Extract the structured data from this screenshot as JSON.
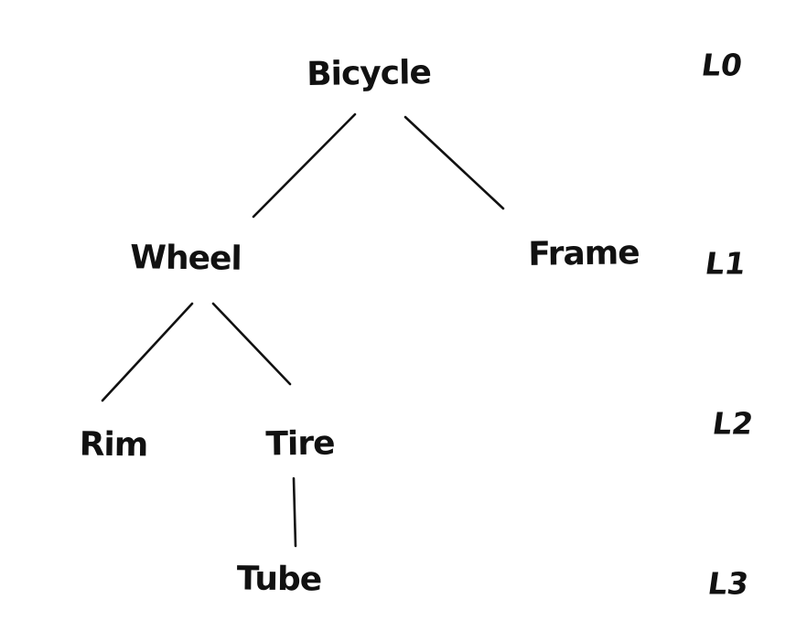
{
  "diagram": {
    "type": "tree",
    "background_color": "#ffffff",
    "stroke_color": "#111111",
    "nodes": [
      {
        "id": "bicycle",
        "label": "Bicycle",
        "level": 0,
        "parent": null
      },
      {
        "id": "wheel",
        "label": "Wheel",
        "level": 1,
        "parent": "bicycle"
      },
      {
        "id": "frame",
        "label": "Frame",
        "level": 1,
        "parent": "bicycle"
      },
      {
        "id": "rim",
        "label": "Rim",
        "level": 2,
        "parent": "wheel"
      },
      {
        "id": "tire",
        "label": "Tire",
        "level": 2,
        "parent": "wheel"
      },
      {
        "id": "tube",
        "label": "Tube",
        "level": 3,
        "parent": "tire"
      }
    ],
    "edges": [
      {
        "from": "Bicycle",
        "to": "Wheel"
      },
      {
        "from": "Bicycle",
        "to": "Frame"
      },
      {
        "from": "Wheel",
        "to": "Rim"
      },
      {
        "from": "Wheel",
        "to": "Tire"
      },
      {
        "from": "Tire",
        "to": "Tube"
      }
    ],
    "level_labels": [
      {
        "label": "L0",
        "level": 0
      },
      {
        "label": "L1",
        "level": 1
      },
      {
        "label": "L2",
        "level": 2
      },
      {
        "label": "L3",
        "level": 3
      }
    ]
  }
}
